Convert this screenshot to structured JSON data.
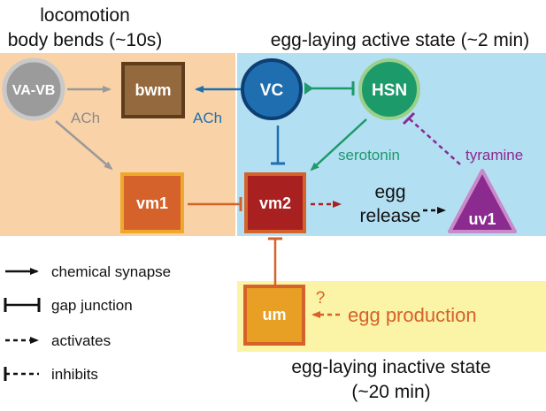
{
  "labels": {
    "locomotion_title": "locomotion",
    "locomotion_subtitle": "body bends (~10s)",
    "active_title": "egg-laying active state (~2 min)",
    "inactive_title": "egg-laying inactive state",
    "inactive_subtitle": "(~20 min)"
  },
  "nodes": {
    "va_vb": "VA-VB",
    "bwm": "bwm",
    "vm1": "vm1",
    "vc": "VC",
    "hsn": "HSN",
    "vm2": "vm2",
    "uv1": "uv1",
    "um": "um"
  },
  "edge_labels": {
    "ach_gray": "ACh",
    "ach_blue": "ACh",
    "serotonin": "serotonin",
    "tyramine": "tyramine",
    "egg_release_1": "egg",
    "egg_release_2": "release",
    "egg_production": "egg production",
    "question": "?"
  },
  "legend": {
    "chemical": "chemical synapse",
    "gap": "gap junction",
    "activates": "activates",
    "inhibits": "inhibits"
  },
  "colors": {
    "locomotion_bg": "#f9d2a8",
    "active_bg": "#b3dff3",
    "inactive_bg": "#fbf3a6",
    "gray": "#9a9a9a",
    "blue": "#1f6fb0",
    "green": "#1c9a6a",
    "purple": "#8b2a8f",
    "orange": "#d4622a",
    "red": "#a8201f",
    "brown": "#94693d"
  }
}
